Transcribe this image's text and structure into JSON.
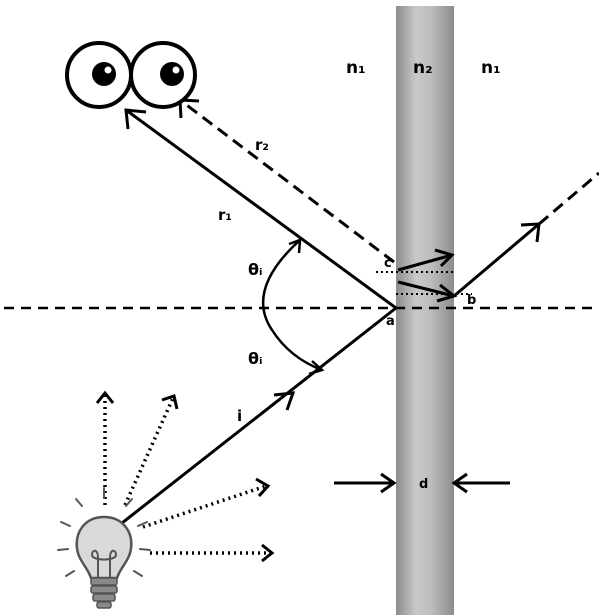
{
  "media_labels": {
    "left": "n₁",
    "film": "n₂",
    "right": "n₁"
  },
  "ray_labels": {
    "incident": "i",
    "reflected_1": "r₁",
    "reflected_2": "r₂"
  },
  "angle_labels": {
    "upper": "θᵢ",
    "lower": "θᵢ"
  },
  "point_labels": {
    "a": "a",
    "b": "b",
    "c": "c"
  },
  "thickness_label": "d",
  "colors": {
    "ink": "#000000",
    "film_center": "#bdbdbd",
    "film_edge": "#8c8c8c",
    "bulb": "#d9d9d9",
    "bulb_base": "#8a8a8a"
  }
}
